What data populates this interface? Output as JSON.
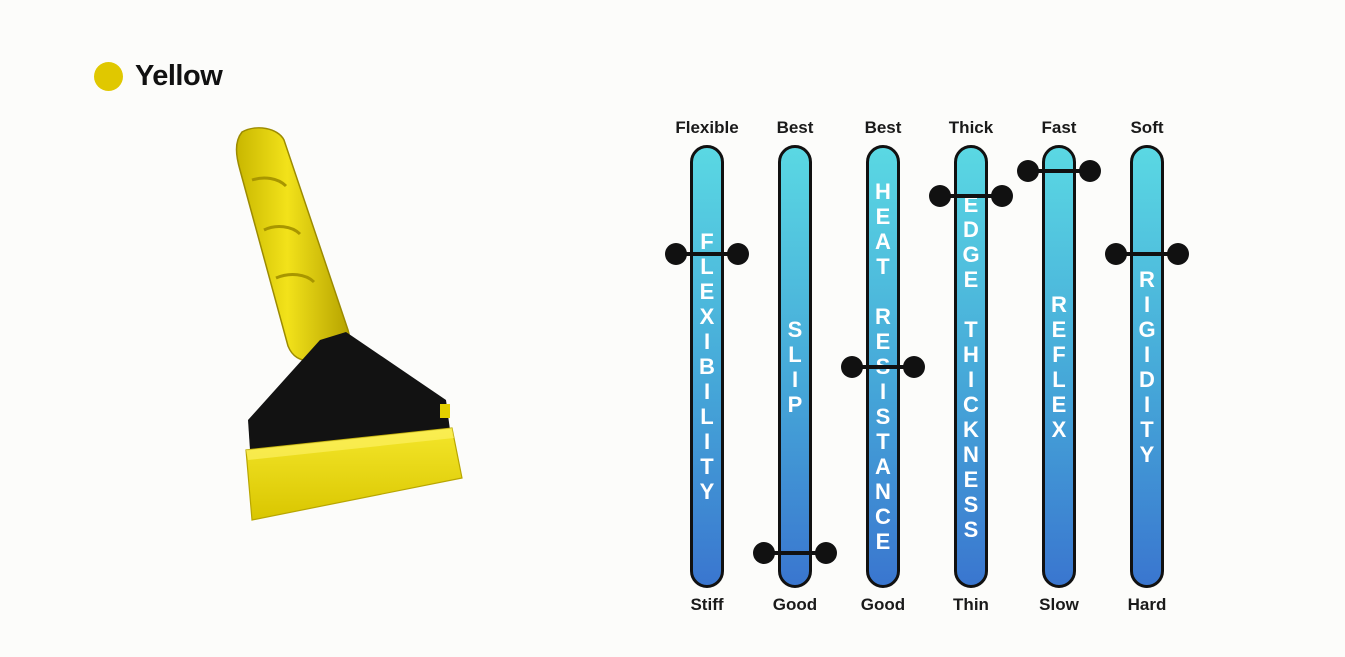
{
  "color_name": "Yellow",
  "color_dot": "#e0c800",
  "tool_image": "yellow-squeegee-tool",
  "scales": [
    {
      "id": "flexibility",
      "top": "Flexible",
      "bottom": "Stiff",
      "label": "FLEXIBILITY",
      "level": 0.77
    },
    {
      "id": "slip",
      "top": "Best",
      "bottom": "Good",
      "label": "SLIP",
      "level": 0.05
    },
    {
      "id": "heat-resistance",
      "top": "Best",
      "bottom": "Good",
      "label": "HEAT RESISTANCE",
      "level": 0.5
    },
    {
      "id": "edge-thickness",
      "top": "Thick",
      "bottom": "Thin",
      "label": "EDGE THICKNESS",
      "level": 0.91
    },
    {
      "id": "reflex",
      "top": "Fast",
      "bottom": "Slow",
      "label": "REFLEX",
      "level": 0.97
    },
    {
      "id": "rigidity",
      "top": "Soft",
      "bottom": "Hard",
      "label": "RIGIDITY",
      "level": 0.77
    }
  ]
}
